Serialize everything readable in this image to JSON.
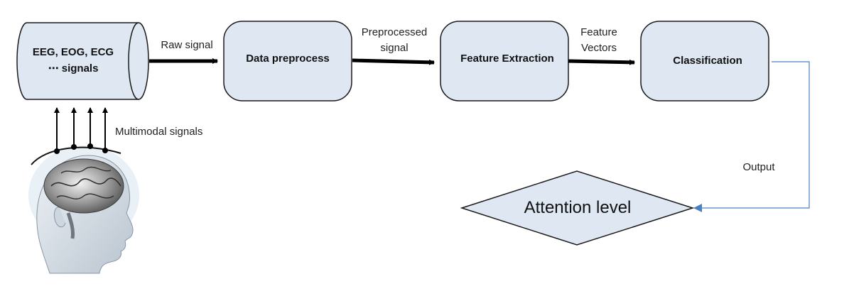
{
  "nodes": {
    "source_line1": "EEG, EOG, ECG",
    "source_line2": "⋯ signals",
    "preprocess": "Data preprocess",
    "extraction": "Feature Extraction",
    "classification": "Classification",
    "output": "Attention level"
  },
  "edges": {
    "raw": "Raw signal",
    "preprocessed_line1": "Preprocessed",
    "preprocessed_line2": "signal",
    "feature_line1": "Feature",
    "feature_line2": "Vectors",
    "multimodal": "Multimodal signals",
    "output": "Output"
  },
  "colors": {
    "box_fill": "#dfe7f3",
    "stroke": "#1a1a1a",
    "output_line": "#4a7fc1"
  },
  "icons": [
    "head-with-brain-icon",
    "electrode-icon"
  ]
}
